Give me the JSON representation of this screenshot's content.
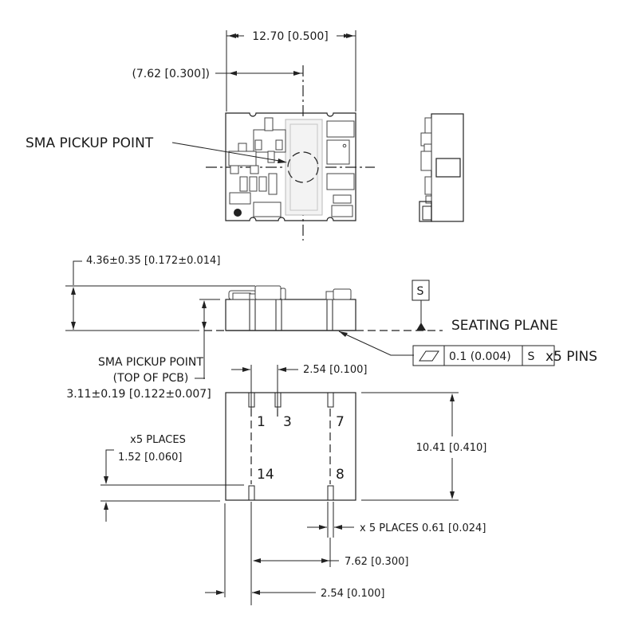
{
  "drawing": {
    "title": "Module mechanical outline drawing",
    "colors": {
      "line": "#222222",
      "background": "#ffffff",
      "logo_watermark": "#b9b9b9"
    }
  },
  "top_view": {
    "width_dim": "12.70 [0.500]",
    "pickup_offset_dim": "(7.62 [0.300])",
    "pickup_label": "SMA PICKUP POINT"
  },
  "side_view": {
    "height_dim": "4.36±0.35 [0.172±0.014]",
    "datum_label": "S",
    "seating_plane_label": "SEATING PLANE",
    "pickup_label_line1": "SMA PICKUP POINT",
    "pickup_label_line2": "(TOP OF PCB)",
    "pickup_height_dim": "3.11±0.19 [0.122±0.007]",
    "tolerance_frame": {
      "symbol": "flatness",
      "value": "0.1 (0.004)",
      "datum": "S",
      "note": "x5 PINS"
    }
  },
  "bottom_view": {
    "pin_pitch_top_dim": "2.54 [0.100]",
    "body_height_dim": "10.41 [0.410]",
    "pin_length_label_line1": "x5 PLACES",
    "pin_length_label_line2": "1.52 [0.060]",
    "pin_width_dim": "x 5 PLACES 0.61 [0.024]",
    "pin_spacing_dim": "7.62 [0.300]",
    "edge_offset_dim": "2.54 [0.100]",
    "pins": [
      {
        "number": "1"
      },
      {
        "number": "3"
      },
      {
        "number": "7"
      },
      {
        "number": "14"
      },
      {
        "number": "8"
      }
    ]
  }
}
